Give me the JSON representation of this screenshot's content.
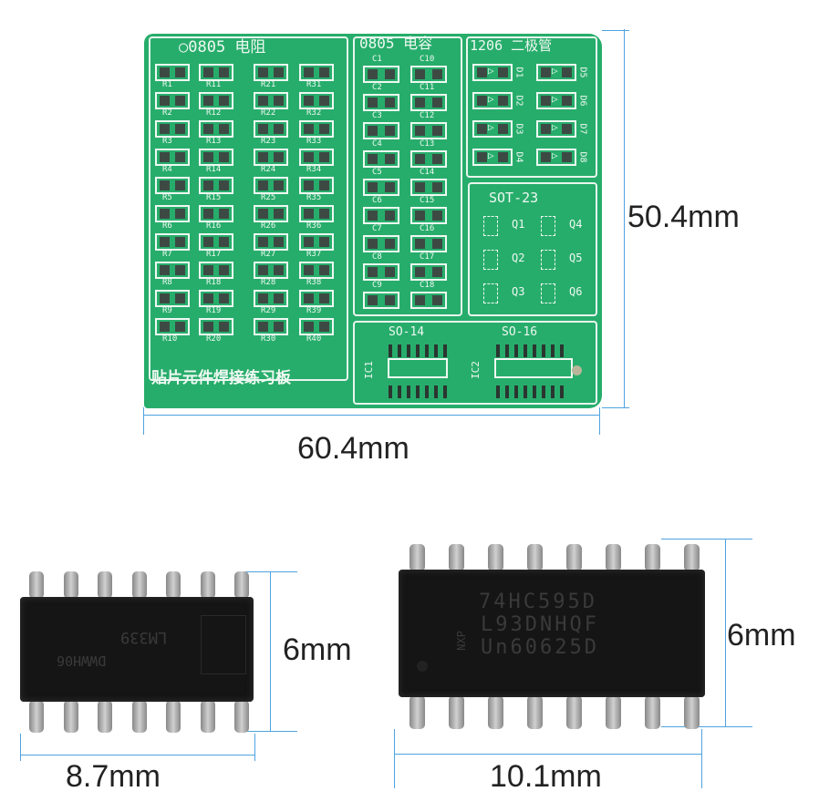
{
  "pcb": {
    "resistor_title": "○0805  电阻",
    "capacitor_title": "0805 电容",
    "diode_title": "1206 二极管",
    "sot_title": "SOT-23",
    "so14_title": "SO-14",
    "so16_title": "SO-16",
    "ic1_label": "IC1",
    "ic2_label": "IC2",
    "board_title": "贴片元件焊接练习板",
    "resistors": [
      "R1",
      "R2",
      "R3",
      "R4",
      "R5",
      "R6",
      "R7",
      "R8",
      "R9",
      "R10",
      "R11",
      "R12",
      "R13",
      "R14",
      "R15",
      "R16",
      "R17",
      "R18",
      "R19",
      "R20",
      "R21",
      "R22",
      "R23",
      "R24",
      "R25",
      "R26",
      "R27",
      "R28",
      "R29",
      "R30",
      "R31",
      "R32",
      "R33",
      "R34",
      "R35",
      "R36",
      "R37",
      "R38",
      "R39",
      "R40"
    ],
    "capacitors": [
      "C1",
      "C2",
      "C3",
      "C4",
      "C5",
      "C6",
      "C7",
      "C8",
      "C9",
      "C10",
      "C11",
      "C12",
      "C13",
      "C14",
      "C15",
      "C16",
      "C17",
      "C18"
    ],
    "diodes": [
      "D1",
      "D2",
      "D3",
      "D4",
      "D5",
      "D6",
      "D7",
      "D8"
    ],
    "transistors": [
      "Q1",
      "Q2",
      "Q3",
      "Q4",
      "Q5",
      "Q6"
    ],
    "board_color": "#27ad6b"
  },
  "dimensions": {
    "board_height": "50.4mm",
    "board_width": "60.4mm",
    "so14_height": "6mm",
    "so14_width": "8.7mm",
    "so16_height": "6mm",
    "so16_width": "10.1mm"
  },
  "chips": {
    "so14_marking_1": "LM339",
    "so14_marking_2": "DWWH06",
    "so16_marking_1": "74HC595D",
    "so16_marking_2": "L93DNHQF",
    "so16_marking_3": "Un60625D",
    "so16_brand": "NXP"
  }
}
